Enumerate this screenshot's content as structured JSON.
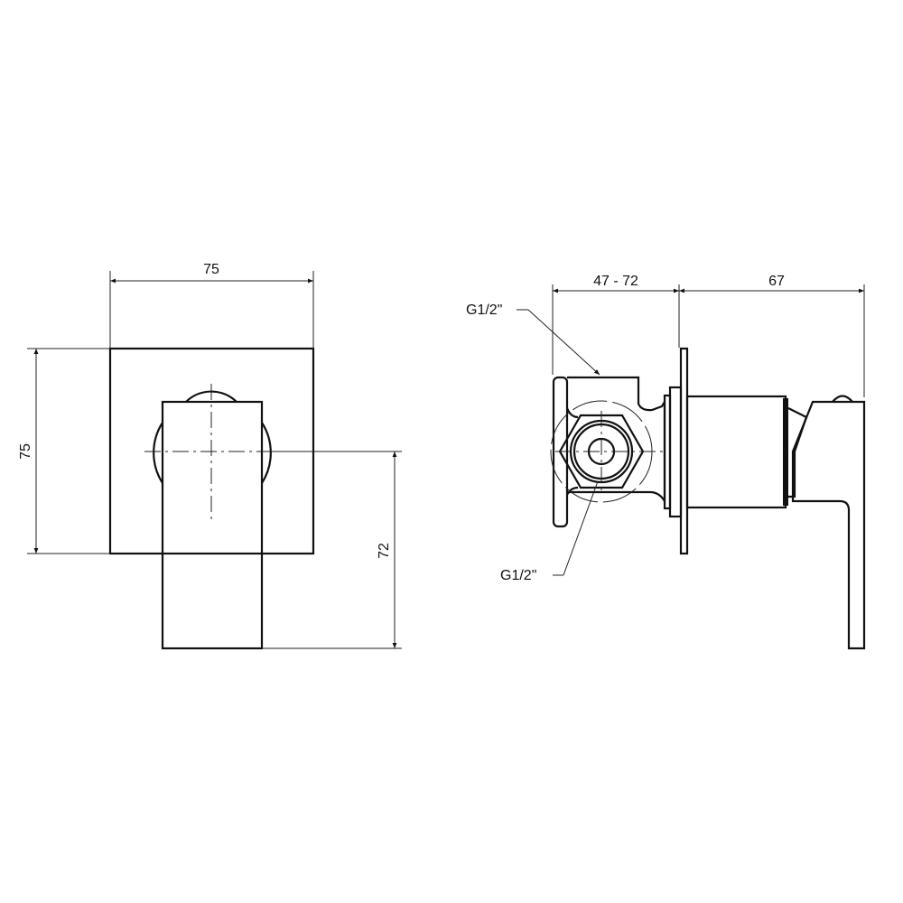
{
  "front_view": {
    "dim_width": "75",
    "dim_height": "75",
    "dim_lever_drop": "72"
  },
  "side_view": {
    "dim_depth_range": "47 - 72",
    "dim_projection": "67",
    "thread_top": "G1/2\"",
    "thread_bottom": "G1/2\""
  }
}
